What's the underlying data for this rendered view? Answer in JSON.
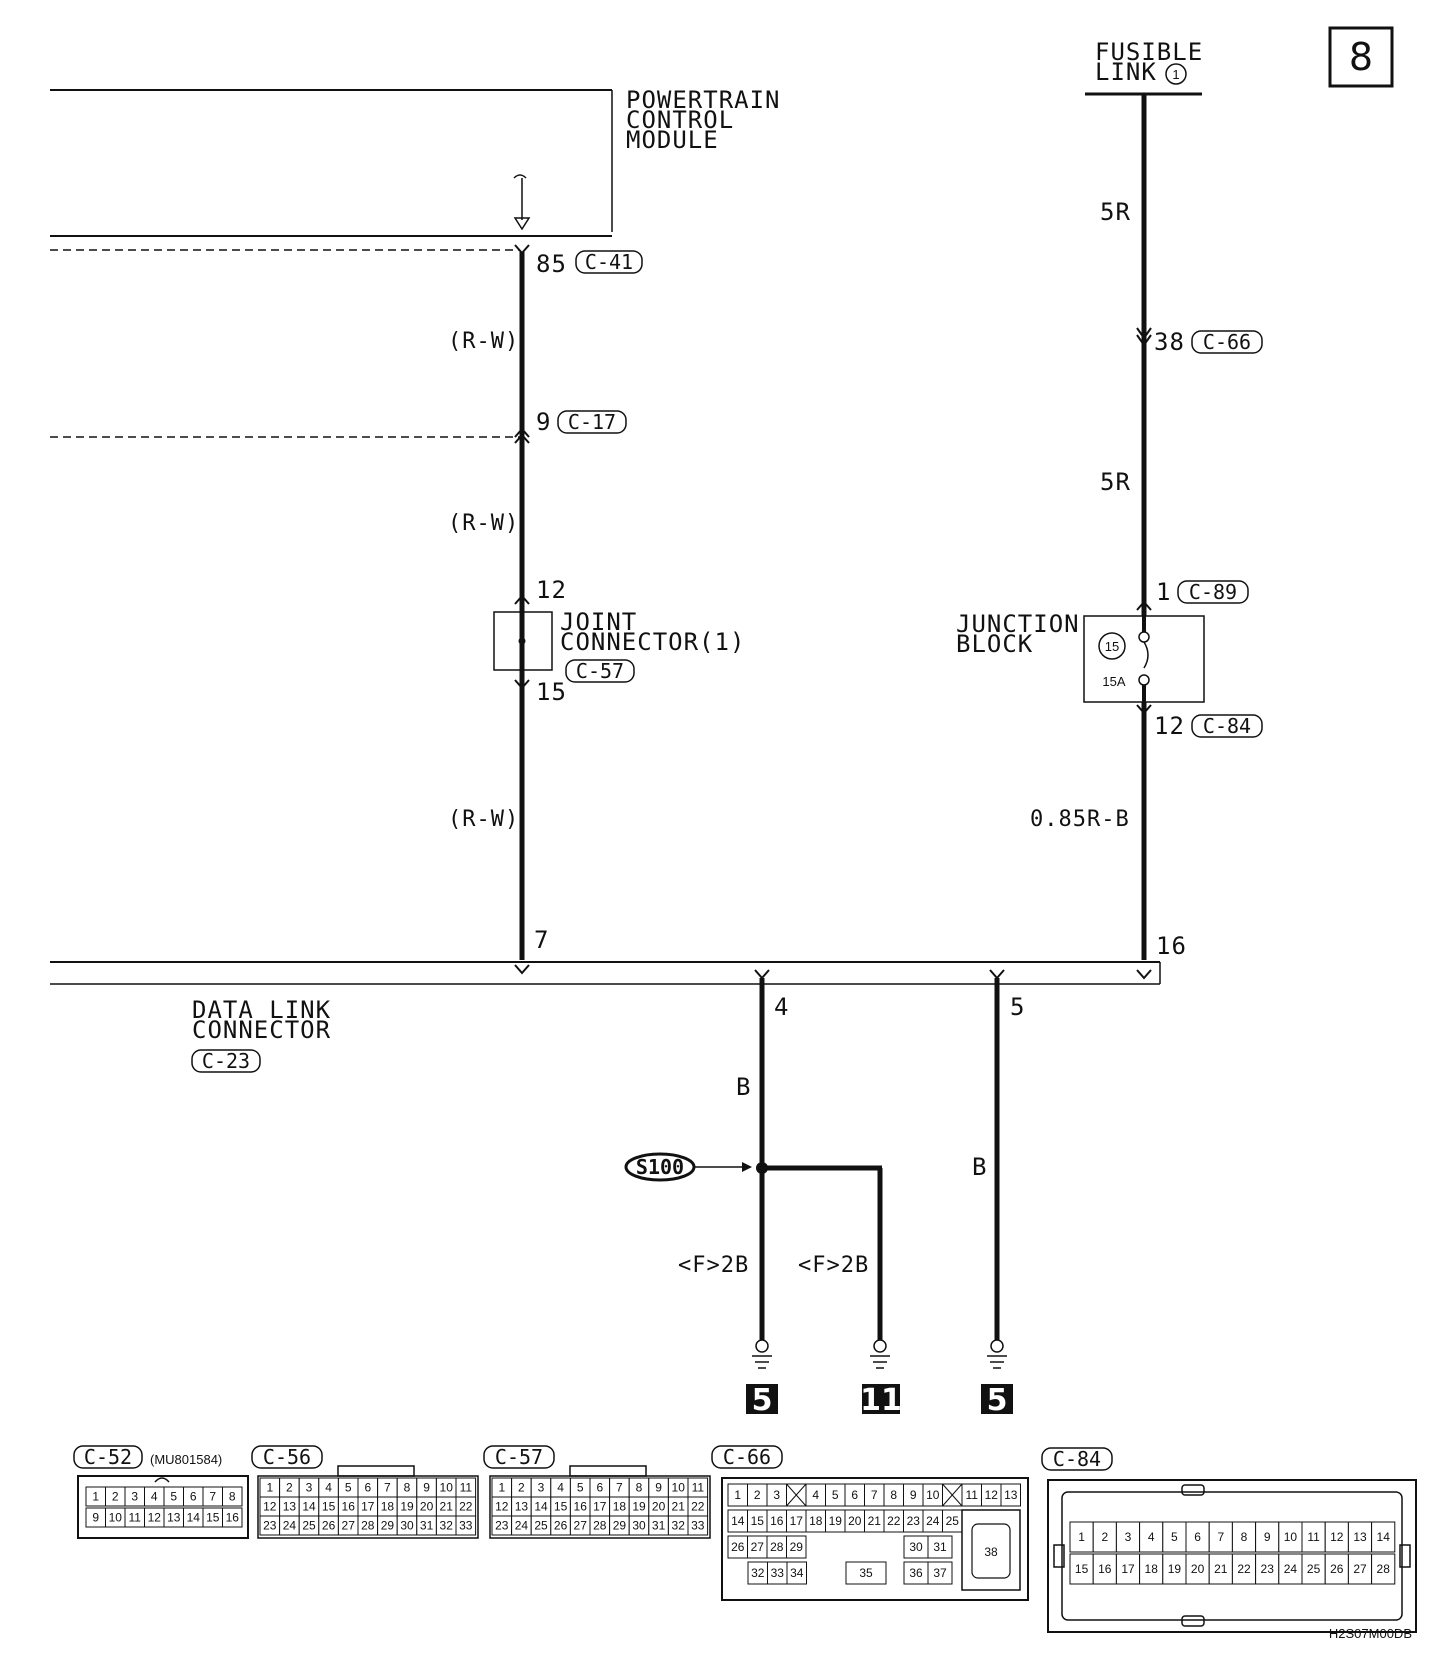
{
  "page_number": "8",
  "fusible_link": {
    "line1": "FUSIBLE",
    "line2": "LINK",
    "number": "1"
  },
  "pcm": {
    "line1": "POWERTRAIN",
    "line2": "CONTROL",
    "line3": "MODULE",
    "pin": "85",
    "connector": "C-41"
  },
  "left_wire": {
    "color_label": "(R-W)",
    "c17_pin": "9",
    "c17_connector": "C-17",
    "joint_label_1": "JOINT",
    "joint_label_2": "CONNECTOR(1)",
    "joint_connector": "C-57",
    "joint_pin_in": "12",
    "joint_pin_out": "15",
    "dlc_pin": "7"
  },
  "right_wire": {
    "color_5r": "5R",
    "c66_pin": "38",
    "c66_connector": "C-66",
    "c89_pin": "1",
    "c89_connector": "C-89",
    "junction_label_1": "JUNCTION",
    "junction_label_2": "BLOCK",
    "fuse_number": "15",
    "fuse_rating": "15A",
    "c84_pin": "12",
    "c84_connector": "C-84",
    "color_085": "0.85R-B",
    "dlc_pin": "16"
  },
  "dlc": {
    "line1": "DATA LINK",
    "line2": "CONNECTOR",
    "connector": "C-23",
    "pin4": "4",
    "pin5": "5"
  },
  "ground_wires": {
    "b_label": "B",
    "splice": "S100",
    "f2b_label": "<F>2B"
  },
  "grounds": [
    "5",
    "11",
    "5"
  ],
  "connector_views": {
    "c52": {
      "name": "C-52",
      "part": "(MU801584)",
      "row1": [
        "1",
        "2",
        "3",
        "4",
        "5",
        "6",
        "7",
        "8"
      ],
      "row2": [
        "9",
        "10",
        "11",
        "12",
        "13",
        "14",
        "15",
        "16"
      ]
    },
    "c56": {
      "name": "C-56",
      "row1": [
        "1",
        "2",
        "3",
        "4",
        "5",
        "6",
        "7",
        "8",
        "9",
        "10",
        "11"
      ],
      "row2": [
        "12",
        "13",
        "14",
        "15",
        "16",
        "17",
        "18",
        "19",
        "20",
        "21",
        "22"
      ],
      "row3": [
        "23",
        "24",
        "25",
        "26",
        "27",
        "28",
        "29",
        "30",
        "31",
        "32",
        "33"
      ]
    },
    "c57": {
      "name": "C-57",
      "row1": [
        "1",
        "2",
        "3",
        "4",
        "5",
        "6",
        "7",
        "8",
        "9",
        "10",
        "11"
      ],
      "row2": [
        "12",
        "13",
        "14",
        "15",
        "16",
        "17",
        "18",
        "19",
        "20",
        "21",
        "22"
      ],
      "row3": [
        "23",
        "24",
        "25",
        "26",
        "27",
        "28",
        "29",
        "30",
        "31",
        "32",
        "33"
      ]
    },
    "c66": {
      "name": "C-66",
      "row1": [
        "1",
        "2",
        "3",
        "",
        "4",
        "5",
        "6",
        "7",
        "8",
        "9",
        "10",
        "",
        "11",
        "12",
        "13"
      ],
      "row2": [
        "14",
        "15",
        "16",
        "17",
        "18",
        "19",
        "20",
        "21",
        "22",
        "23",
        "24",
        "25"
      ],
      "row3a": [
        "26",
        "27",
        "28",
        "29"
      ],
      "row3b": [
        "30",
        "31"
      ],
      "row4a": [
        "32",
        "33",
        "34"
      ],
      "row4b": [
        "35"
      ],
      "row4c": [
        "36",
        "37"
      ],
      "big": "38"
    },
    "c84": {
      "name": "C-84",
      "row1": [
        "1",
        "2",
        "3",
        "4",
        "5",
        "6",
        "7",
        "8",
        "9",
        "10",
        "11",
        "12",
        "13",
        "14"
      ],
      "row2": [
        "15",
        "16",
        "17",
        "18",
        "19",
        "20",
        "21",
        "22",
        "23",
        "24",
        "25",
        "26",
        "27",
        "28"
      ]
    }
  },
  "figure_code": "H2S07M00DB"
}
